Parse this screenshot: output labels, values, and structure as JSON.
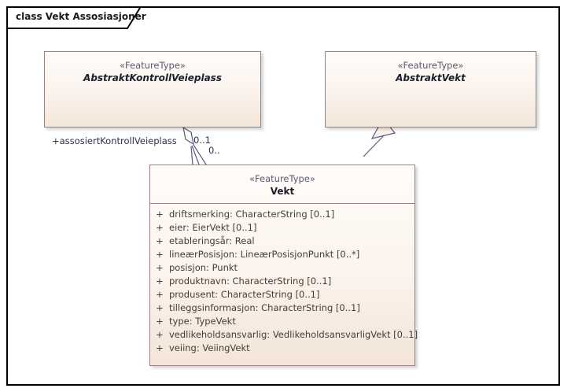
{
  "frame": {
    "label": "class Vekt Assosiasjoner"
  },
  "classes": [
    {
      "id": "abstraktkontrollveieplass",
      "stereotype": "«FeatureType»",
      "name": "AbstraktKontrollVeieplass",
      "abstract": true,
      "attributes": []
    },
    {
      "id": "abstraktvekt",
      "stereotype": "«FeatureType»",
      "name": "AbstraktVekt",
      "abstract": true,
      "attributes": []
    },
    {
      "id": "vekt",
      "stereotype": "«FeatureType»",
      "name": "Vekt",
      "abstract": false,
      "attributes": [
        {
          "visibility": "+",
          "text": "driftsmerking: CharacterString [0..1]"
        },
        {
          "visibility": "+",
          "text": "eier: EierVekt [0..1]"
        },
        {
          "visibility": "+",
          "text": "etableringsår: Real"
        },
        {
          "visibility": "+",
          "text": "lineærPosisjon: LineærPosisjonPunkt [0..*]"
        },
        {
          "visibility": "+",
          "text": "posisjon: Punkt"
        },
        {
          "visibility": "+",
          "text": "produktnavn: CharacterString [0..1]"
        },
        {
          "visibility": "+",
          "text": "produsent: CharacterString [0..1]"
        },
        {
          "visibility": "+",
          "text": "tilleggsinformasjon: CharacterString [0..1]"
        },
        {
          "visibility": "+",
          "text": "type: TypeVekt"
        },
        {
          "visibility": "+",
          "text": "vedlikeholdsansvarlig: VedlikeholdsansvarligVekt [0..1]"
        },
        {
          "visibility": "+",
          "text": "veiing: VeiingVekt"
        }
      ]
    }
  ],
  "connectors": {
    "aggregation": {
      "role_label": "+assosiertKontrollVeieplass",
      "source_multiplicity": "0..1",
      "target_multiplicity": "0..",
      "kind": "shared-aggregation",
      "from": "Vekt",
      "to": "AbstraktKontrollVeieplass"
    },
    "generalization": {
      "kind": "generalization",
      "from": "Vekt",
      "to": "AbstraktVekt"
    }
  },
  "colors": {
    "class_border": "#9d7f7f",
    "class_fill_top": "#fffcfa",
    "class_fill_bottom": "#f3e5d9",
    "connector_line": "#5a5a82",
    "frame_border": "#000000",
    "stereotype_text": "#5a5a6e",
    "attribute_text": "#4a3b33"
  }
}
